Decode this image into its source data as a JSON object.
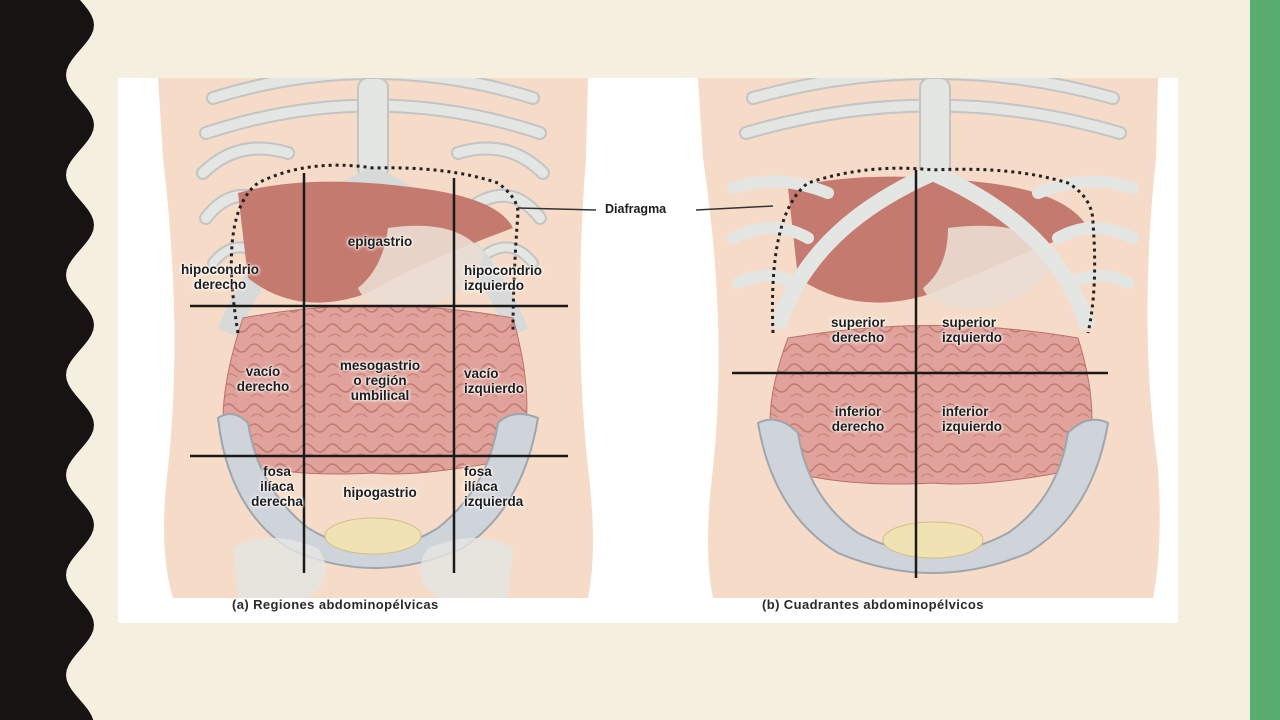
{
  "diagram": {
    "panel_a": {
      "caption": "(a) Regiones abdominopélvicas",
      "regions": {
        "hipocondrio_derecho": "hipocondrio\nderecho",
        "epigastrio": "epigastrio",
        "hipocondrio_izquierdo": "hipocondrio\nizquierdo",
        "vacio_derecho": "vacío\nderecho",
        "mesogastrio": "mesogastrio\no región\numbilical",
        "vacio_izquierdo": "vacío\nizquierdo",
        "fosa_iliaca_derecha": "fosa\nilíaca\nderecha",
        "hipogastrio": "hipogastrio",
        "fosa_iliaca_izquierda": "fosa\nilíaca\nizquierda"
      }
    },
    "panel_b": {
      "caption": "(b) Cuadrantes abdominopélvicos",
      "quadrants": {
        "superior_derecho": "superior\nderecho",
        "superior_izquierdo": "superior\nizquierdo",
        "inferior_derecho": "inferior\nderecho",
        "inferior_izquierdo": "inferior\nizquierdo"
      }
    },
    "diaphragm_label": "Diafragma"
  },
  "colors": {
    "left_band": "#171312",
    "right_stripe": "#59ad6f",
    "slide_background": "#f5efdf",
    "skin": "#f6dcc8",
    "bone": "#e4e6e4",
    "bone_outline": "#c2c5c3",
    "intestine": "#e0a29a",
    "intestine_line": "#b8716b",
    "liver": "#c57a70",
    "pelvis": "#cfd4da",
    "division_line": "#1a1a1a"
  }
}
